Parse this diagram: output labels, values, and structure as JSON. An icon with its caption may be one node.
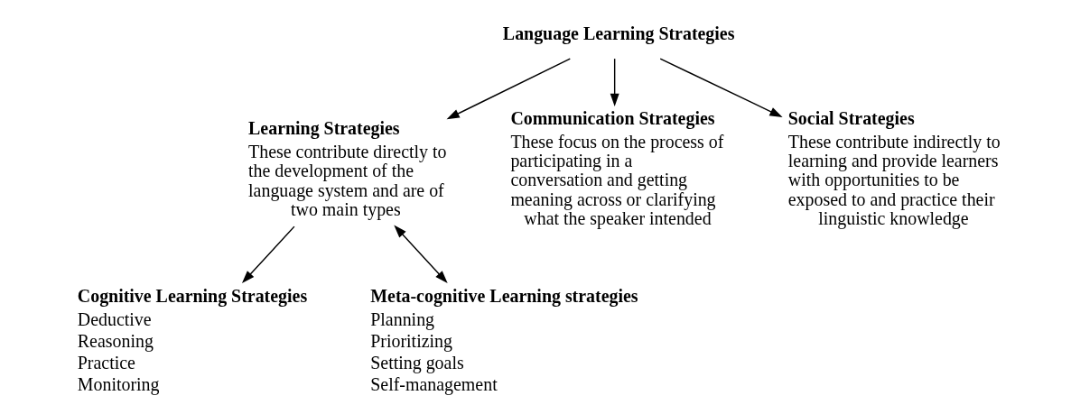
{
  "diagram": {
    "nodes": [
      {
        "text": [
          "Language Learning Strategies"
        ]
      },
      {
        "text": [
          "Learning Strategies",
          "These contribute directly to the development of the language system and are of two main types"
        ]
      },
      {
        "text": [
          "Communication Strategies",
          "These focus on the process of participating in a conversation and getting meaning across or clarifying what the speaker intended"
        ]
      },
      {
        "text": [
          "Social Strategies",
          "These contribute indirectly to learning and provide learners with opportunities to be exposed to and practice their linguistic knowledge"
        ]
      },
      {
        "text": [
          "Cognitive Learning Strategies",
          "Deductive",
          "Reasoning",
          "Practice",
          "Monitoring"
        ]
      },
      {
        "text": [
          "Meta-cognitive Learning strategies",
          "Planning",
          "Prioritizing",
          "Setting goals",
          "Self-management"
        ]
      }
    ],
    "edges": [
      {
        "from": 0,
        "to": 1,
        "arrow": "to"
      },
      {
        "from": 0,
        "to": 2,
        "arrow": "to"
      },
      {
        "from": 0,
        "to": 3,
        "arrow": "to"
      },
      {
        "from": 1,
        "to": 4,
        "arrow": "to"
      },
      {
        "from": 1,
        "to": 5,
        "arrow": "both"
      }
    ]
  }
}
